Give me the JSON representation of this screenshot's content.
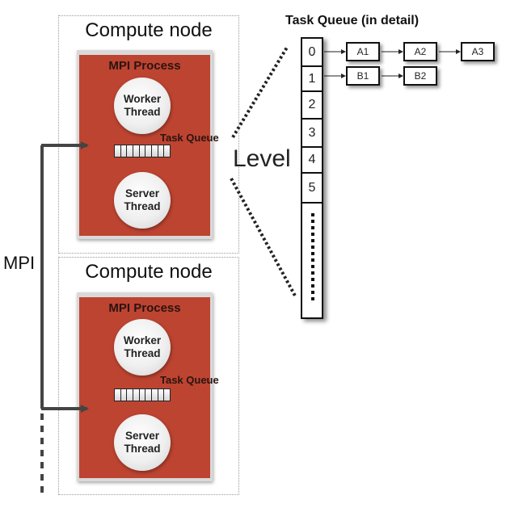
{
  "detail": {
    "title": "Task Queue (in detail)",
    "level_label": "Level",
    "levels": [
      "0",
      "1",
      "2",
      "3",
      "4",
      "5"
    ],
    "chains": [
      {
        "level": "0",
        "tasks": [
          "A1",
          "A2",
          "A3"
        ]
      },
      {
        "level": "1",
        "tasks": [
          "B1",
          "B2"
        ]
      }
    ]
  },
  "mpi_label": "MPI",
  "nodes": [
    {
      "title": "Compute node",
      "process_title": "MPI Process",
      "worker": {
        "line1": "Worker",
        "line2": "Thread"
      },
      "server": {
        "line1": "Server",
        "line2": "Thread"
      },
      "queue_label": "Task Queue",
      "queue_slots": 9
    },
    {
      "title": "Compute node",
      "process_title": "MPI Process",
      "worker": {
        "line1": "Worker",
        "line2": "Thread"
      },
      "server": {
        "line1": "Server",
        "line2": "Thread"
      },
      "queue_label": "Task Queue",
      "queue_slots": 9
    }
  ],
  "colors": {
    "process_red": "#bd4431",
    "connector_gray": "#444444"
  }
}
